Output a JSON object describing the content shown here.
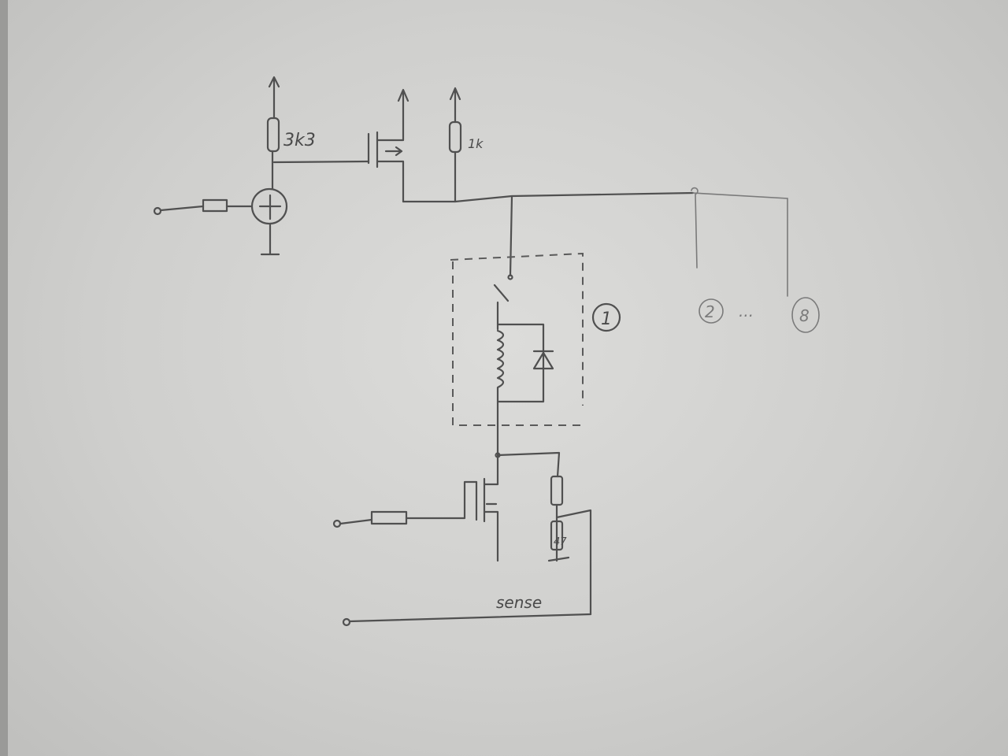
{
  "diagram": {
    "type": "hand-drawn circuit schematic",
    "labels": {
      "pullup_resistor": "3k3",
      "bus_resistor": "1k",
      "sense_resistor": "47",
      "sense": "sense",
      "channel_1": "1",
      "channel_2": "2",
      "ellipsis": "...",
      "channel_8": "8"
    },
    "colors": {
      "ink": "#505050",
      "faint_ink": "#7a7a7a",
      "paper": "#d6d6d4"
    }
  }
}
